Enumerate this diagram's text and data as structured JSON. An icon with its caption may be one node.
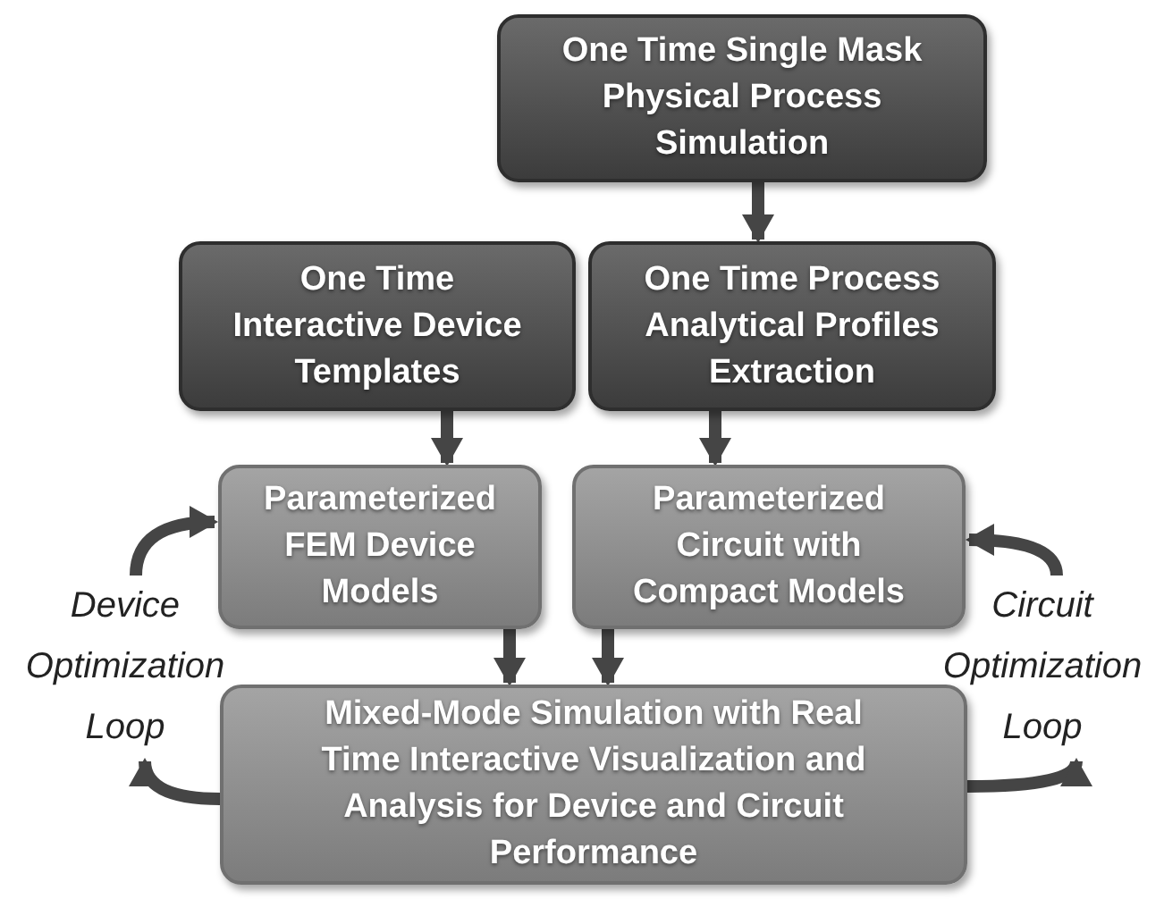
{
  "diagram": {
    "nodes": [
      {
        "text": [
          "One Time Single Mask Physical Process Simulation"
        ]
      },
      {
        "text": [
          "One Time Interactive Device Templates"
        ]
      },
      {
        "text": [
          "One Time Process Analytical Profiles Extraction"
        ]
      },
      {
        "text": [
          "Parameterized FEM Device Models"
        ]
      },
      {
        "text": [
          "Parameterized Circuit with Compact Models"
        ]
      },
      {
        "text": [
          "Mixed-Mode Simulation with Real Time Interactive Visualization and Analysis for Device and Circuit Performance"
        ]
      },
      {
        "text": [
          "Device Optimization Loop"
        ]
      },
      {
        "text": [
          "Circuit Optimization Loop"
        ]
      }
    ],
    "edges": [
      {
        "from": 0,
        "to": 2,
        "arrow": "to"
      },
      {
        "from": 1,
        "to": 3,
        "arrow": "to"
      },
      {
        "from": 2,
        "to": 4,
        "arrow": "to"
      },
      {
        "from": 3,
        "to": 5,
        "arrow": "to"
      },
      {
        "from": 4,
        "to": 5,
        "arrow": "to"
      },
      {
        "from": 5,
        "to": 6,
        "arrow": "to"
      },
      {
        "from": 6,
        "to": 3,
        "arrow": "to"
      },
      {
        "from": 5,
        "to": 7,
        "arrow": "to"
      },
      {
        "from": 7,
        "to": 4,
        "arrow": "to"
      }
    ]
  }
}
